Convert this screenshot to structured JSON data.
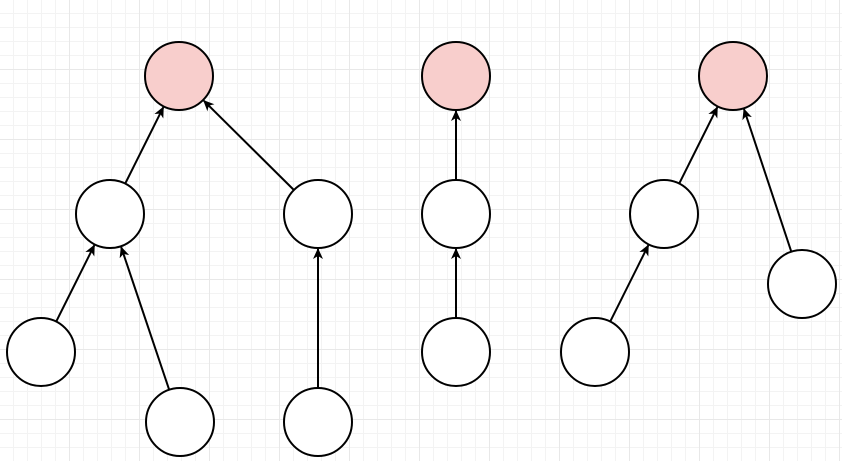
{
  "diagram": {
    "colors": {
      "root_fill": "#f8cecc",
      "root_stroke": "#b85450",
      "node_fill": "#ffffff",
      "node_stroke": "#000000",
      "edge": "#000000"
    },
    "trees": [
      {
        "name": "tree-1",
        "root": "r1",
        "nodes": [
          "r1",
          "a1",
          "b1",
          "c1",
          "d1",
          "e1"
        ],
        "edges": [
          {
            "from": "a1",
            "to": "r1"
          },
          {
            "from": "b1",
            "to": "r1"
          },
          {
            "from": "c1",
            "to": "a1"
          },
          {
            "from": "d1",
            "to": "a1"
          },
          {
            "from": "e1",
            "to": "b1"
          }
        ]
      },
      {
        "name": "tree-2",
        "root": "r2",
        "nodes": [
          "r2",
          "a2",
          "b2"
        ],
        "edges": [
          {
            "from": "a2",
            "to": "r2"
          },
          {
            "from": "b2",
            "to": "a2"
          }
        ]
      },
      {
        "name": "tree-3",
        "root": "r3",
        "nodes": [
          "r3",
          "a3",
          "b3",
          "c3"
        ],
        "edges": [
          {
            "from": "a3",
            "to": "r3"
          },
          {
            "from": "b3",
            "to": "r3"
          },
          {
            "from": "c3",
            "to": "a3"
          }
        ]
      }
    ]
  }
}
